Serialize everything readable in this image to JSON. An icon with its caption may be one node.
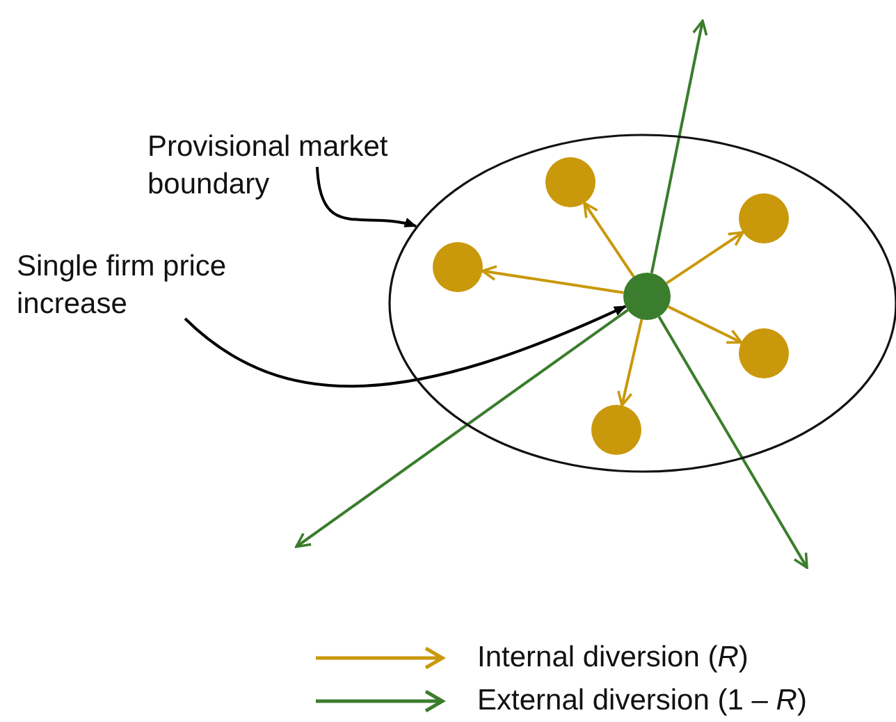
{
  "diagram": {
    "nodes": [
      {
        "text": [],
        "shape": "ellipse"
      },
      {
        "text": [
          "Provisional market boundary"
        ]
      },
      {
        "text": [
          "Single firm price increase"
        ]
      },
      {
        "text": [],
        "shape": "circle",
        "in": 0
      },
      {
        "text": [],
        "shape": "circle",
        "in": 0
      },
      {
        "text": [],
        "shape": "circle",
        "in": 0
      },
      {
        "text": [],
        "shape": "circle",
        "in": 0
      },
      {
        "text": [],
        "shape": "circle",
        "in": 0
      },
      {
        "text": [],
        "shape": "circle",
        "in": 0
      }
    ],
    "edges": [
      {
        "from": 1,
        "to": 0,
        "arrow": "to",
        "color": "#000000"
      },
      {
        "from": 2,
        "to": 3,
        "arrow": "to",
        "color": "#000000"
      },
      {
        "from": 3,
        "to": 4,
        "arrow": "to"
      },
      {
        "from": 3,
        "to": 5,
        "arrow": "to"
      },
      {
        "from": 3,
        "to": 6,
        "arrow": "to"
      },
      {
        "from": 3,
        "to": 7,
        "arrow": "to"
      },
      {
        "from": 3,
        "to": 8,
        "arrow": "to"
      },
      {
        "from": 3,
        "to": null,
        "arrow": "to",
        "color": "#3a7d2c"
      },
      {
        "from": 3,
        "to": null,
        "arrow": "to",
        "color": "#3a7d2c"
      },
      {
        "from": 3,
        "to": null,
        "arrow": "to",
        "color": "#3a7d2c"
      }
    ],
    "legend": [
      {
        "text": "Internal diversion (*R*)"
      },
      {
        "text": "External diversion (1 – *R*)"
      }
    ]
  }
}
